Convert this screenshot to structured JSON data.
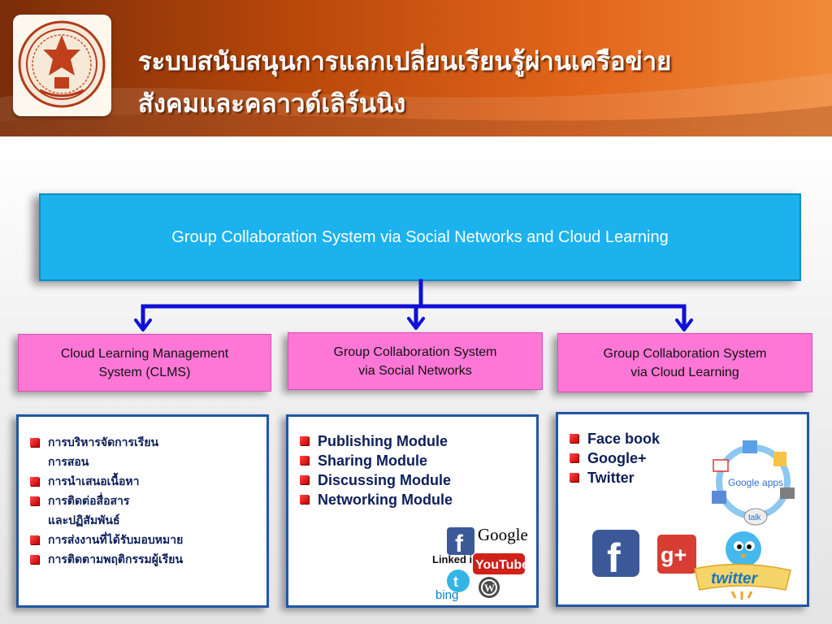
{
  "header": {
    "title_line1": "ระบบสนับสนุนการแลกเปลี่ยนเรียนรู้ผ่านเครือข่าย",
    "title_line2": "สังคมและคลาวด์เลิร์นนิง"
  },
  "diagram": {
    "root": "Group Collaboration System via Social Networks and Cloud Learning",
    "branches": [
      {
        "label_line1": "Cloud Learning Management",
        "label_line2": "System (CLMS)",
        "items": [
          "การบริหารจัดการเรียน",
          "การสอน",
          "การนำเสนอเนื้อหา",
          "การติดต่อสื่อสาร",
          "และปฏิสัมพันธ์",
          "การส่งงานที่ได้รับมอบหมาย",
          "การติดตามพฤติกรรมผู้เรียน"
        ]
      },
      {
        "label_line1": "Group Collaboration System",
        "label_line2": "via Social Networks",
        "items": [
          "Publishing Module",
          "Sharing Module",
          "Discussing Module",
          "Networking Module"
        ]
      },
      {
        "label_line1": "Group Collaboration System",
        "label_line2": "via Cloud Learning",
        "items": [
          "Face book",
          "Google+",
          "Twitter"
        ]
      }
    ]
  },
  "logos": {
    "social": [
      "Google",
      "Linked in",
      "YouTube",
      "bing"
    ],
    "cloud": [
      "Google apps",
      "talk",
      "twitter"
    ]
  },
  "colors": {
    "root_box": "#1bb2ee",
    "branch_box": "#ff77d6",
    "connector": "#1010d8",
    "panel_border": "#1f57a5",
    "bullet": "#d40000"
  }
}
